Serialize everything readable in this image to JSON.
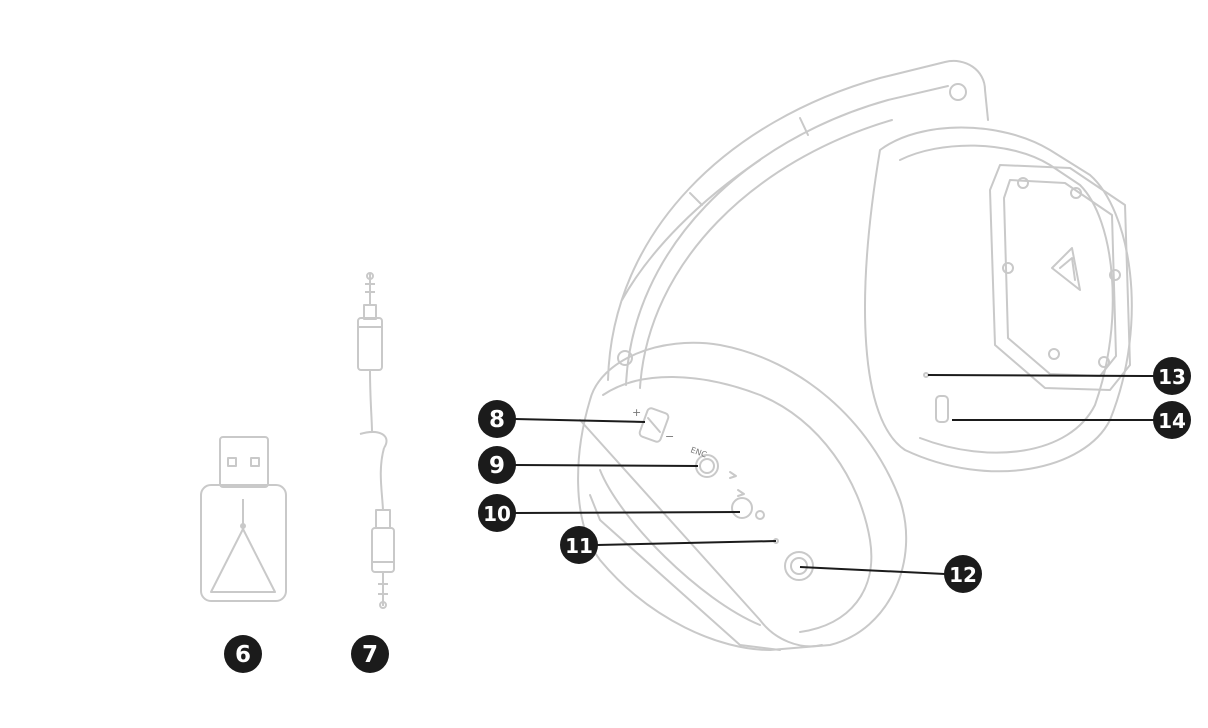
{
  "callouts": [
    {
      "id": "usb-dongle",
      "number": "6"
    },
    {
      "id": "audio-cable",
      "number": "7"
    },
    {
      "id": "volume-rocker",
      "number": "8"
    },
    {
      "id": "enc-button",
      "number": "9"
    },
    {
      "id": "power-button",
      "number": "10"
    },
    {
      "id": "microphone",
      "number": "11"
    },
    {
      "id": "audio-jack",
      "number": "12"
    },
    {
      "id": "status-led",
      "number": "13"
    },
    {
      "id": "usb-c-port",
      "number": "14"
    }
  ],
  "labels": {
    "enc": "ENC",
    "plus": "+",
    "minus": "−"
  },
  "colors": {
    "badge": "#1b1b1b",
    "outline": "#c9c9c9",
    "leader": "#1b1b1b"
  },
  "icons": [
    "headset-drawing",
    "usb-dongle-drawing",
    "audio-cable-drawing",
    "brand-logo-icon"
  ]
}
